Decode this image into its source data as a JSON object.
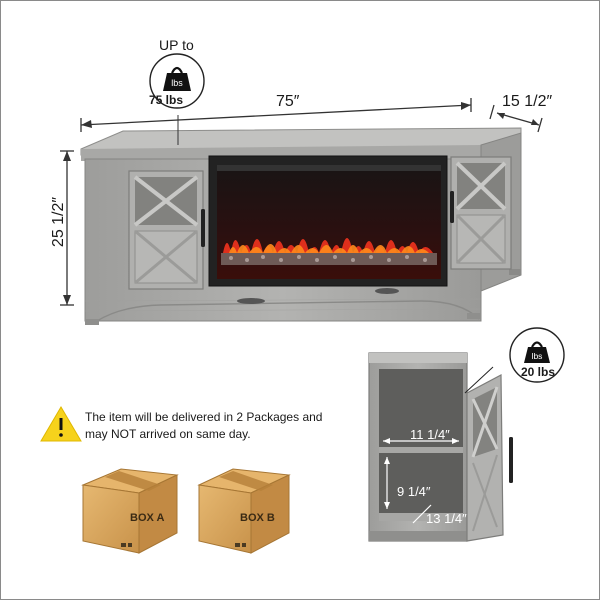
{
  "labels": {
    "up_to": "UP to",
    "weight_top": "75 lbs",
    "weight_shelf": "20 lbs",
    "weight_icon_text": "lbs",
    "width": "75″",
    "depth": "15 1/2″",
    "height": "25 1/2″",
    "notice": "The item will be delivered in 2 Packages and may NOT arrived on same day.",
    "box_a": "BOX A",
    "box_b": "BOX B",
    "shelf_width": "11 1/4″",
    "shelf_height": "9 1/4″",
    "shelf_depth": "13 1/4″"
  },
  "icons": {
    "weight": "weight-icon",
    "warning": "warning-icon",
    "package": "package-box-icon"
  },
  "colors": {
    "wood": "#a9a9a7",
    "wood_dark": "#8f8f8d",
    "fire_red": "#e8321e",
    "fire_orange": "#ff8a1c",
    "warning_yellow": "#f6d21c",
    "cardboard": "#d9a75a"
  }
}
